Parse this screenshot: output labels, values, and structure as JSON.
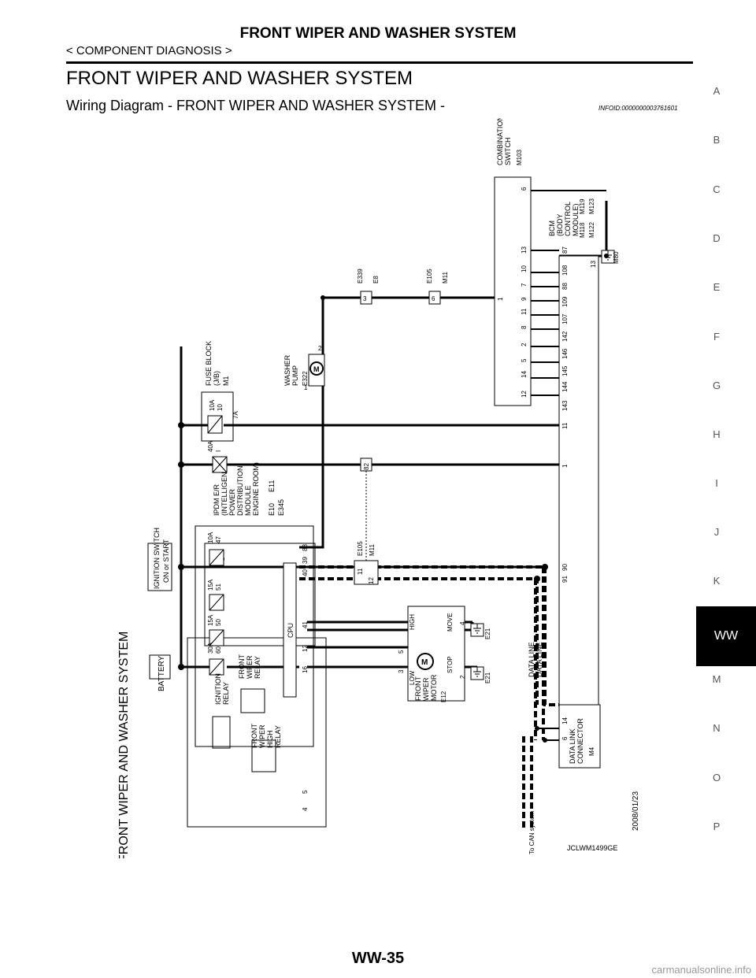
{
  "header": {
    "title": "FRONT WIPER AND WASHER SYSTEM",
    "subtitle": "< COMPONENT DIAGNOSIS >"
  },
  "section_title": "FRONT WIPER AND WASHER SYSTEM",
  "subsection_title": "Wiring Diagram - FRONT WIPER AND WASHER SYSTEM -",
  "info_code": "INFOID:0000000003761601",
  "side_index": [
    "A",
    "B",
    "C",
    "D",
    "E",
    "F",
    "G",
    "H",
    "I",
    "J",
    "K",
    "WW",
    "M",
    "N",
    "O",
    "P"
  ],
  "active_tab": "WW",
  "page_number": "WW-35",
  "watermark": "carmanualsonline.info",
  "diagram": {
    "vertical_title": "FRONT WIPER AND WASHER SYSTEM",
    "date": "2008/01/23",
    "code": "JCLWM1499GE",
    "battery": "BATTERY",
    "ignition_switch_1": "IGNITION SWITCH",
    "ignition_switch_2": "ON or START",
    "ipdm_1": "IPDM E/R",
    "ipdm_2": "(INTELLIGENT",
    "ipdm_3": "POWER",
    "ipdm_4": "DISTRIBUTION",
    "ipdm_5": "MODULE",
    "ipdm_6": "ENGINE ROOM)",
    "ipdm_conn_1": "E10",
    "ipdm_conn_2": "E11",
    "ipdm_conn_3": "E345",
    "fuse_block_1": "FUSE BLOCK",
    "fuse_block_2": "(J/B)",
    "fuse_block_conn": "M1",
    "fuse_10a_top": "10A",
    "fuse_10a_top_num": "10",
    "fuse_10a_top_pin": "7A",
    "fuse_40a": "40A",
    "fuse_40a_num": "I",
    "fuse_10a_ipdm": "10A",
    "fuse_10a_ipdm_num": "47",
    "fuse_15a_51": "15A",
    "fuse_15a_51_num": "51",
    "fuse_15a_50": "15A",
    "fuse_15a_50_num": "50",
    "fuse_30a": "30A",
    "fuse_30a_num": "60",
    "cpu": "CPU",
    "ign_relay_1": "IGNITION",
    "ign_relay_2": "RELAY",
    "fw_relay_1": "FRONT",
    "fw_relay_2": "WIPER",
    "fw_relay_3": "RELAY",
    "fwh_relay_1": "FRONT",
    "fwh_relay_2": "WIPER",
    "fwh_relay_3": "HIGH",
    "fwh_relay_4": "RELAY",
    "ipdm_pins": [
      "88",
      "39",
      "40",
      "41",
      "12",
      "16",
      "5",
      "4"
    ],
    "washer_pump_1": "WASHER",
    "washer_pump_2": "PUMP",
    "washer_pump_conn": "E322",
    "washer_pin_1": "1",
    "washer_pin_2": "2",
    "conn_e339": "E339",
    "conn_e8": "E8",
    "conn_e105_a": "E105",
    "conn_m11_a": "M11",
    "conn_e105_b": "E105",
    "conn_m11_b": "M11",
    "jc_pin_3": "3",
    "jc_pin_6": "6",
    "jc_pin_82": "82",
    "jc_pin_12": "12",
    "jc_pin_11": "11",
    "combo_1": "COMBINATION",
    "combo_2": "SWITCH",
    "combo_conn": "M103",
    "combo_pins": [
      "6",
      "13",
      "10",
      "7",
      "9",
      "11",
      "8",
      "2",
      "5",
      "14",
      "12",
      "1"
    ],
    "bcm_1": "BCM",
    "bcm_2": "(BODY",
    "bcm_3": "CONTROL",
    "bcm_4": "MODULE)",
    "bcm_conns": [
      "M118",
      "M119",
      "M122",
      "M123"
    ],
    "bcm_pins": [
      "87",
      "108",
      "88",
      "109",
      "107",
      "142",
      "146",
      "145",
      "144",
      "143",
      "11",
      "1",
      "90",
      "91",
      "13"
    ],
    "ground_m80": "M80",
    "ground_e21_a": "E21",
    "ground_e21_b": "E21",
    "data_line_1": "DATA LINE",
    "data_line_2": "DATA LINE",
    "dlc_1": "DATA LINK",
    "dlc_2": "CONNECTOR",
    "dlc_conn": "M4",
    "dlc_pin_6": "6",
    "dlc_pin_14": "14",
    "can_label": "To CAN system",
    "motor_1": "FRONT",
    "motor_2": "WIPER",
    "motor_3": "MOTOR",
    "motor_conn": "E12",
    "motor_high": "HIGH",
    "motor_low": "LOW",
    "motor_move": "MOVE",
    "motor_stop": "STOP",
    "motor_pins": [
      "3",
      "5",
      "2",
      "4"
    ]
  }
}
